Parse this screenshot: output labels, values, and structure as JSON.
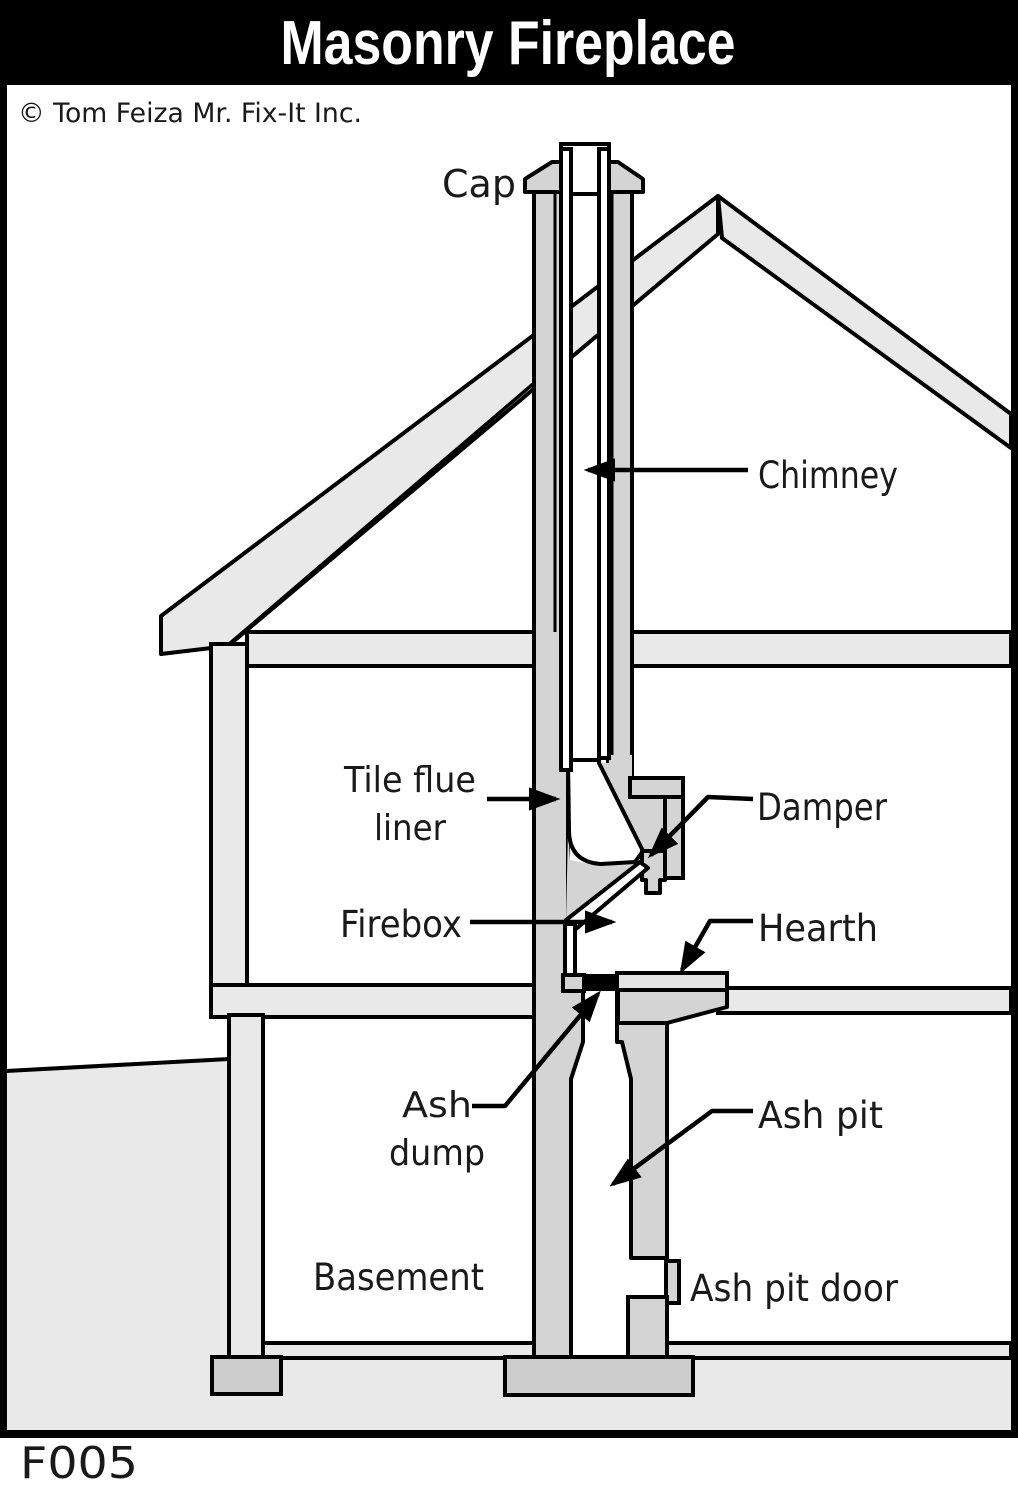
{
  "title": {
    "text": "Masonry Fireplace"
  },
  "copyright": "© Tom Feiza Mr. Fix-It Inc.",
  "figure_code": "F005",
  "labels": {
    "cap": "Cap",
    "chimney": "Chimney",
    "tile_flue_liner_line1": "Tile flue",
    "tile_flue_liner_line2": "liner",
    "damper": "Damper",
    "firebox": "Firebox",
    "hearth": "Hearth",
    "ash_dump_line1": "Ash",
    "ash_dump_line2": "dump",
    "ash_pit": "Ash pit",
    "basement": "Basement",
    "ash_pit_door": "Ash pit door"
  },
  "colors": {
    "outline": "#000000",
    "light_gray": "#e9e9e9",
    "mid_gray": "#d4d4d4",
    "footing_gray": "#cdcdcd",
    "hearth_gray": "#e3e3e3",
    "paper": "#ffffff",
    "title_bg": "#000000",
    "title_fg": "#ffffff"
  }
}
